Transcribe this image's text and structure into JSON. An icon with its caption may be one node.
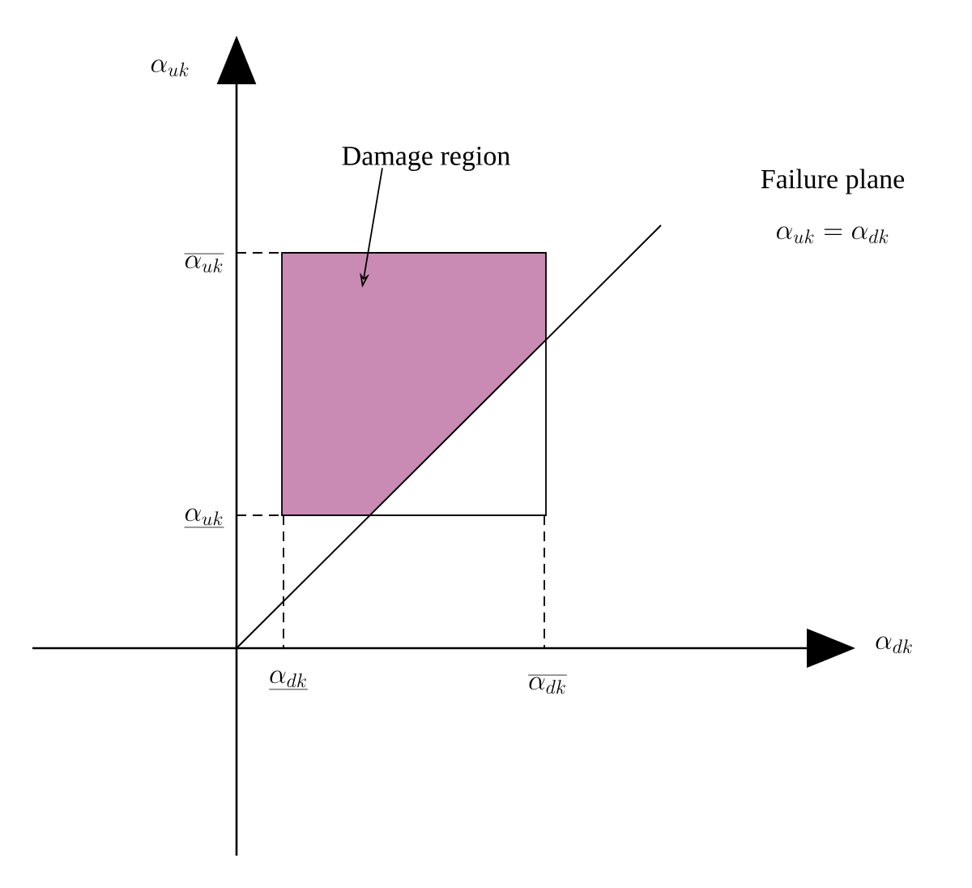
{
  "diagram": {
    "nodes": [
      {
        "text": [
          "Damage region"
        ]
      },
      {
        "text": [],
        "shape": "box"
      }
    ],
    "edges": [
      {
        "from": 0,
        "to": 1,
        "arrow": "to"
      }
    ],
    "labels": [
      "\\alpha_{uk}",
      "Failure plane",
      "\\alpha_{uk} = \\alpha_{dk}",
      "\\overline{\\alpha_{uk}}",
      "\\underline{\\alpha_{uk}}",
      "\\alpha_{dk}",
      "\\underline{\\alpha_{dk}}",
      "\\overline{\\alpha_{dk}}"
    ]
  }
}
